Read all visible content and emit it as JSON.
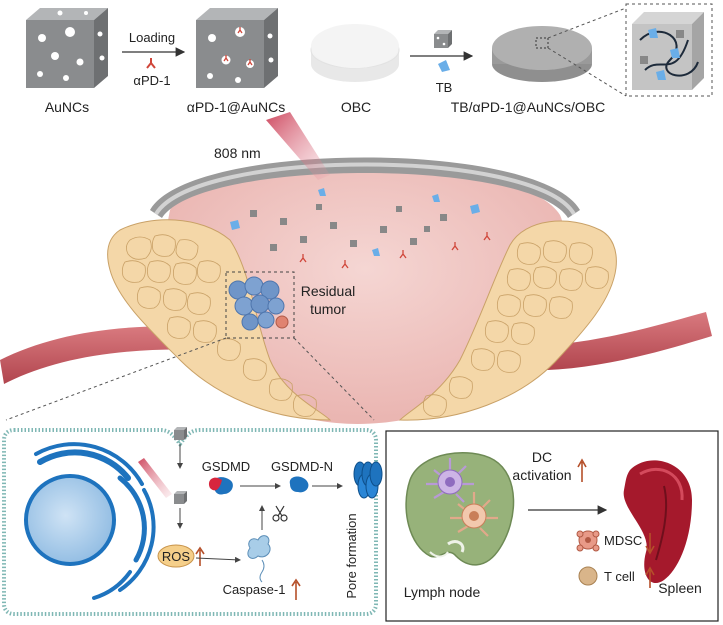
{
  "top_row": {
    "aunc_label": "AuNCs",
    "loading_label": "Loading",
    "apd1_label": "αPD-1",
    "apd1_aunc_label": "αPD-1@AuNCs",
    "obc_label": "OBC",
    "tb_label": "TB",
    "composite_label": "TB/αPD-1@AuNCs/OBC"
  },
  "middle": {
    "laser_label": "808 nm",
    "residual_label_line1": "Residual",
    "residual_label_line2": "tumor"
  },
  "cell_panel": {
    "gsdmd_label": "GSDMD",
    "gsdmdn_label": "GSDMD-N",
    "ros_label": "ROS",
    "caspase_label": "Caspase-1",
    "pore_label": "Pore formation"
  },
  "immune_panel": {
    "dc_label_line1": "DC",
    "dc_label_line2": "activation",
    "mdsc_label": "MDSC",
    "tcell_label": "T cell",
    "spleen_label": "Spleen",
    "lymph_label": "Lymph node"
  },
  "colors": {
    "cube_gray": "#8a8c8e",
    "tumor_blue": "#6f95c8",
    "tissue_pink": "#f0c9c6",
    "skin_cell": "#f4d7a8",
    "vessel": "#c95b62",
    "membrane_teal": "#7fb7b4",
    "nucleus_blue": "#1e73be",
    "spleen_red": "#a5192c",
    "up_arrow": "#b5502a",
    "down_arrow": "#b5502a"
  }
}
